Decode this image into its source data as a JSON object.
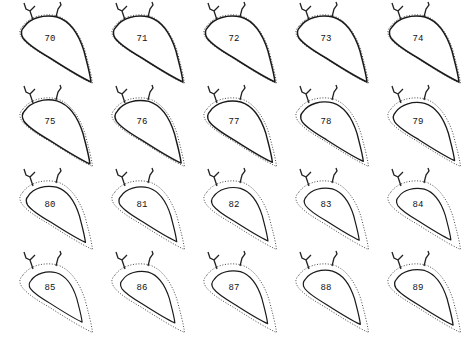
{
  "diagram": {
    "nodes": [
      {
        "text": [
          "70"
        ]
      },
      {
        "text": [
          "71"
        ]
      },
      {
        "text": [
          "72"
        ]
      },
      {
        "text": [
          "73"
        ]
      },
      {
        "text": [
          "74"
        ]
      },
      {
        "text": [
          "75"
        ]
      },
      {
        "text": [
          "76"
        ]
      },
      {
        "text": [
          "77"
        ]
      },
      {
        "text": [
          "78"
        ]
      },
      {
        "text": [
          "79"
        ]
      },
      {
        "text": [
          "80"
        ]
      },
      {
        "text": [
          "81"
        ]
      },
      {
        "text": [
          "82"
        ]
      },
      {
        "text": [
          "83"
        ]
      },
      {
        "text": [
          "84"
        ]
      },
      {
        "text": [
          "85"
        ]
      },
      {
        "text": [
          "86"
        ]
      },
      {
        "text": [
          "87"
        ]
      },
      {
        "text": [
          "88"
        ]
      },
      {
        "text": [
          "89"
        ]
      }
    ]
  }
}
